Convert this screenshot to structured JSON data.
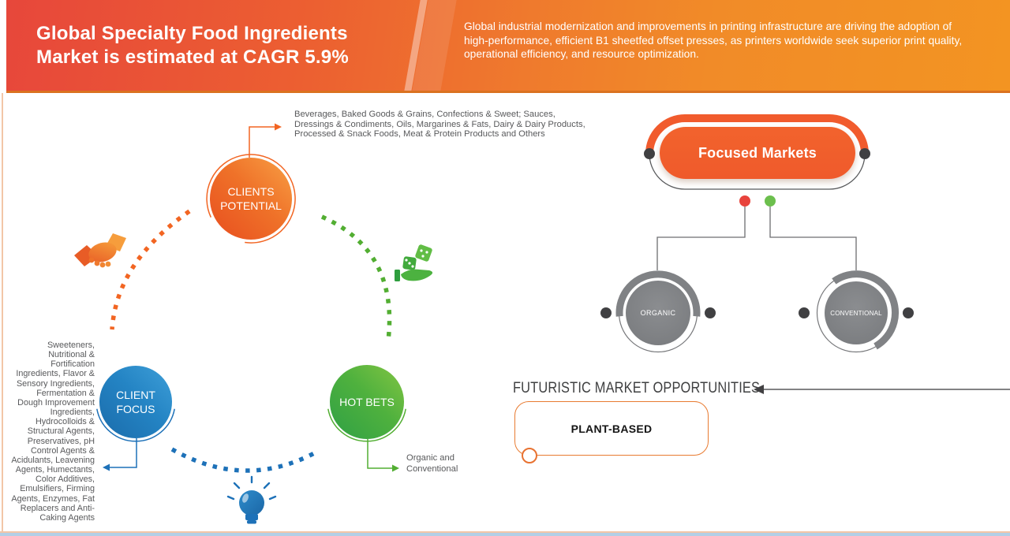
{
  "header": {
    "title_line1": "Global Specialty Food Ingredients",
    "title_line2": "Market is estimated at CAGR 5.9%",
    "description": "Global industrial modernization and improvements in printing infrastructure are driving the adoption of high-performance, efficient B1 sheetfed offset presses, as printers worldwide seek superior print quality, operational efficiency, and resource optimization."
  },
  "matrix": {
    "clients_potential": {
      "label": "CLIENTS POTENTIAL",
      "annotation": "Beverages, Baked Goods & Grains, Confections & Sweet; Sauces, Dressings & Condiments, Oils, Margarines & Fats, Dairy & Dairy Products, Processed & Snack Foods, Meat & Protein Products and Others"
    },
    "client_focus": {
      "label": "CLIENT FOCUS",
      "annotation": "Sweeteners, Nutritional & Fortification Ingredients, Flavor & Sensory Ingredients, Fermentation & Dough Improvement Ingredients, Hydrocolloids & Structural Agents, Preservatives, pH Control Agents & Acidulants, Leavening Agents, Humectants, Color Additives, Emulsifiers, Firming Agents, Enzymes, Fat Replacers and Anti-Caking Agents"
    },
    "hot_bets": {
      "label": "HOT BETS",
      "annotation": "Organic and Conventional"
    }
  },
  "focused_markets": {
    "title": "Focused Markets",
    "items": [
      {
        "label": "ORGANIC"
      },
      {
        "label": "CONVENTIONAL"
      }
    ]
  },
  "opportunities": {
    "heading": "FUTURISTIC MARKET OPPORTUNITIES",
    "items": [
      {
        "label": "PLANT-BASED"
      }
    ]
  },
  "icons": [
    {
      "name": "handshake-icon",
      "color": "#ef7a2e"
    },
    {
      "name": "dice-hand-icon",
      "color": "#4cb240"
    },
    {
      "name": "lightbulb-icon",
      "color": "#1d71b8"
    }
  ],
  "colors": {
    "accent_orange": "#f15b2d",
    "accent_blue": "#1d71b8",
    "accent_green": "#52ae32",
    "neutral_gray": "#808285",
    "dark_dot": "#404042",
    "red_dot": "#e8433c",
    "green_dot": "#6cbf4d",
    "text_gray": "#58595b"
  }
}
